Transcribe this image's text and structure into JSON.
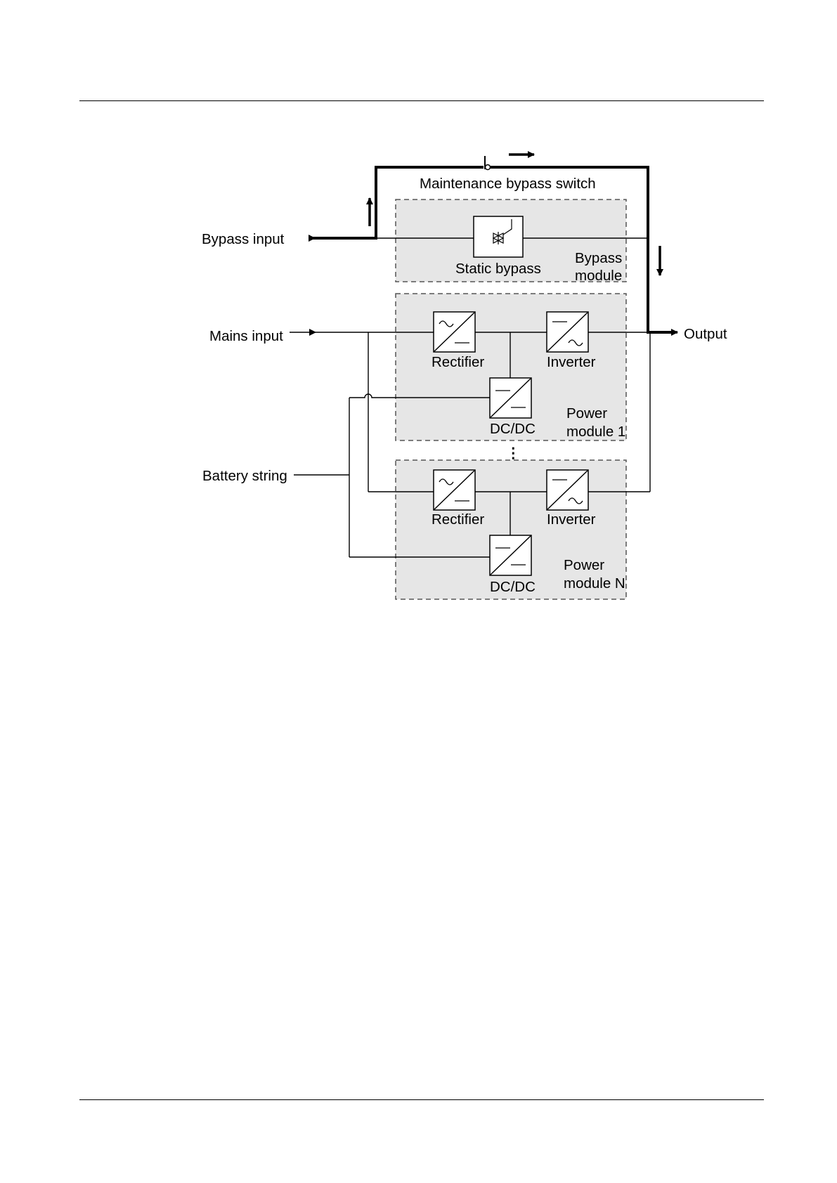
{
  "diagram": {
    "labels": {
      "maintenance_switch": "Maintenance bypass switch",
      "bypass_input": "Bypass input",
      "static_bypass": "Static bypass",
      "bypass_module_line1": "Bypass",
      "bypass_module_line2": "module",
      "mains_input": "Mains input",
      "output": "Output",
      "battery_string": "Battery string",
      "rectifier": "Rectifier",
      "inverter": "Inverter",
      "dcdc": "DC/DC",
      "power_label": "Power",
      "power_module_1": "module 1",
      "power_module_n": "module N",
      "ellipsis": "⋮"
    },
    "colors": {
      "line": "#000000",
      "module_fill": "#e6e6e6",
      "module_border": "#555555"
    }
  }
}
